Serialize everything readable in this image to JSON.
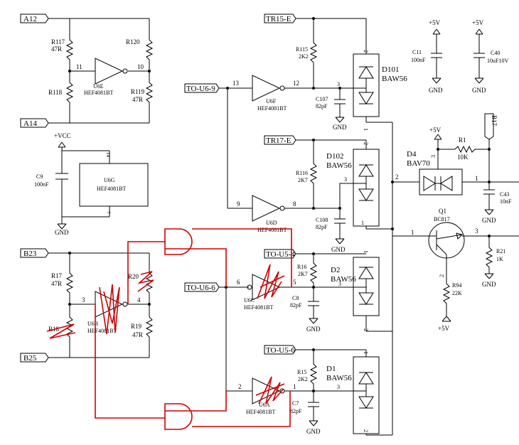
{
  "ports": {
    "a12": "A12",
    "a14": "A14",
    "b23": "B23",
    "b25": "B25",
    "to_u69": "TO-U6-9",
    "to_u66": "TO-U6-6",
    "tr15e": "TR15-E",
    "tr17e": "TR17-E",
    "to_u54": "TO-U5-4",
    "to_u56": "TO-U5-6",
    "b17": "B17"
  },
  "power": {
    "vcc": "+VCC",
    "p5v": "+5V",
    "gnd": "GND"
  },
  "gates": [
    {
      "ref": "U6E",
      "part": "HEF4081BT",
      "pin_in": "11",
      "pin_out": "10"
    },
    {
      "ref": "U6F",
      "part": "HEF4081BT",
      "pin_in": "13",
      "pin_out": "12"
    },
    {
      "ref": "U6D",
      "part": "HEF4081BT",
      "pin_in": "9",
      "pin_out": "8"
    },
    {
      "ref": "U6C",
      "part": "HEF4081BT",
      "pin_in": "6",
      "pin_out": "5"
    },
    {
      "ref": "U6B",
      "part": "HEF4081BT",
      "pin_in": "3",
      "pin_out": "4"
    },
    {
      "ref": "U6A",
      "part": "HEF4081BT",
      "pin_in": "2",
      "pin_out": "1"
    }
  ],
  "u6g": {
    "ref": "U6G",
    "part": "HEF4081BT",
    "pin_vdd": "14",
    "pin_vss": "7"
  },
  "resistors": {
    "r117": {
      "ref": "R117",
      "val": "47R"
    },
    "r120": {
      "ref": "R120",
      "val": ""
    },
    "r118": {
      "ref": "R118",
      "val": ""
    },
    "r119": {
      "ref": "R119",
      "val": "47R"
    },
    "r115": {
      "ref": "R115",
      "val": "2K2"
    },
    "r116": {
      "ref": "R116",
      "val": "2K7"
    },
    "r16": {
      "ref": "R16",
      "val": "2K7"
    },
    "r15": {
      "ref": "R15",
      "val": "2K2"
    },
    "r17": {
      "ref": "R17",
      "val": "47R"
    },
    "r18": {
      "ref": "R18",
      "val": ""
    },
    "r20": {
      "ref": "R20",
      "val": ""
    },
    "r19": {
      "ref": "R19",
      "val": "47R"
    },
    "r1": {
      "ref": "R1",
      "val": "10K"
    },
    "r21": {
      "ref": "R21",
      "val": "1K"
    },
    "r94": {
      "ref": "R94",
      "val": "22K"
    }
  },
  "capacitors": {
    "c9": {
      "ref": "C9",
      "val": "100nF"
    },
    "c107": {
      "ref": "C107",
      "val": "82pF"
    },
    "c108": {
      "ref": "C108",
      "val": "82pF"
    },
    "c8": {
      "ref": "C8",
      "val": "82pF"
    },
    "c7": {
      "ref": "C7",
      "val": "82pF"
    },
    "c11": {
      "ref": "C11",
      "val": "100nF"
    },
    "c40": {
      "ref": "C40",
      "val": "10uF10V"
    },
    "c43": {
      "ref": "C43",
      "val": "10nF"
    }
  },
  "diodes": {
    "d101": {
      "ref": "D101",
      "part": "BAW56"
    },
    "d102": {
      "ref": "D102",
      "part": "BAW56"
    },
    "d2": {
      "ref": "D2",
      "part": "BAW56"
    },
    "d1": {
      "ref": "D1",
      "part": "BAW56"
    },
    "d4": {
      "ref": "D4",
      "part": "BAV70"
    }
  },
  "transistor": {
    "ref": "Q1",
    "part": "BC817"
  },
  "pins": {
    "one": "1",
    "two": "2",
    "three": "3"
  }
}
